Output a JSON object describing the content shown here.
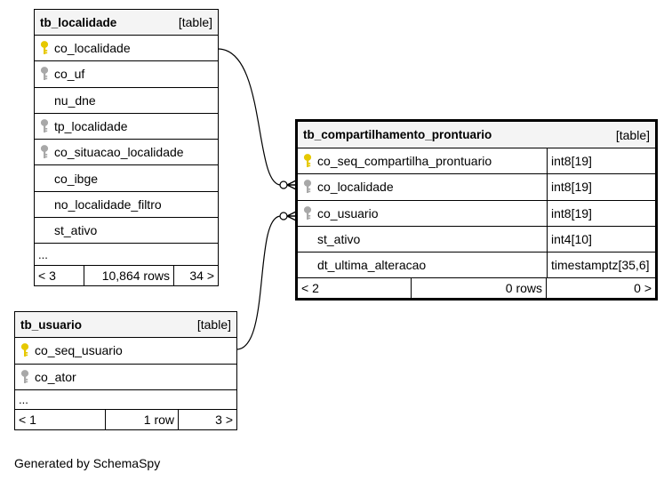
{
  "tables": {
    "localidade": {
      "name": "tb_localidade",
      "kind": "[table]",
      "columns": [
        {
          "name": "co_localidade",
          "key": "primary"
        },
        {
          "name": "co_uf",
          "key": "foreign"
        },
        {
          "name": "nu_dne",
          "key": "none"
        },
        {
          "name": "tp_localidade",
          "key": "foreign"
        },
        {
          "name": "co_situacao_localidade",
          "key": "foreign"
        },
        {
          "name": "co_ibge",
          "key": "none"
        },
        {
          "name": "no_localidade_filtro",
          "key": "none"
        },
        {
          "name": "st_ativo",
          "key": "none"
        }
      ],
      "ellipsis": "...",
      "footer": {
        "parents": "< 3",
        "rows": "10,864 rows",
        "children": "34 >"
      }
    },
    "usuario": {
      "name": "tb_usuario",
      "kind": "[table]",
      "columns": [
        {
          "name": "co_seq_usuario",
          "key": "primary"
        },
        {
          "name": "co_ator",
          "key": "foreign"
        }
      ],
      "ellipsis": "...",
      "footer": {
        "parents": "< 1",
        "rows": "1 row",
        "children": "3 >"
      }
    },
    "compartilhamento": {
      "name": "tb_compartilhamento_prontuario",
      "kind": "[table]",
      "columns": [
        {
          "name": "co_seq_compartilha_prontuario",
          "type": "int8[19]",
          "key": "primary"
        },
        {
          "name": "co_localidade",
          "type": "int8[19]",
          "key": "foreign"
        },
        {
          "name": "co_usuario",
          "type": "int8[19]",
          "key": "foreign"
        },
        {
          "name": "st_ativo",
          "type": "int4[10]",
          "key": "none"
        },
        {
          "name": "dt_ultima_alteracao",
          "type": "timestamptz[35,6]",
          "key": "none"
        }
      ],
      "footer": {
        "parents": "< 2",
        "rows": "0 rows",
        "children": "0 >"
      }
    }
  },
  "colors": {
    "primary_key": "#e6c800",
    "foreign_key": "#a8a8a8",
    "header_bg": "#f4f4f4"
  },
  "generated_by": "Generated by SchemaSpy"
}
